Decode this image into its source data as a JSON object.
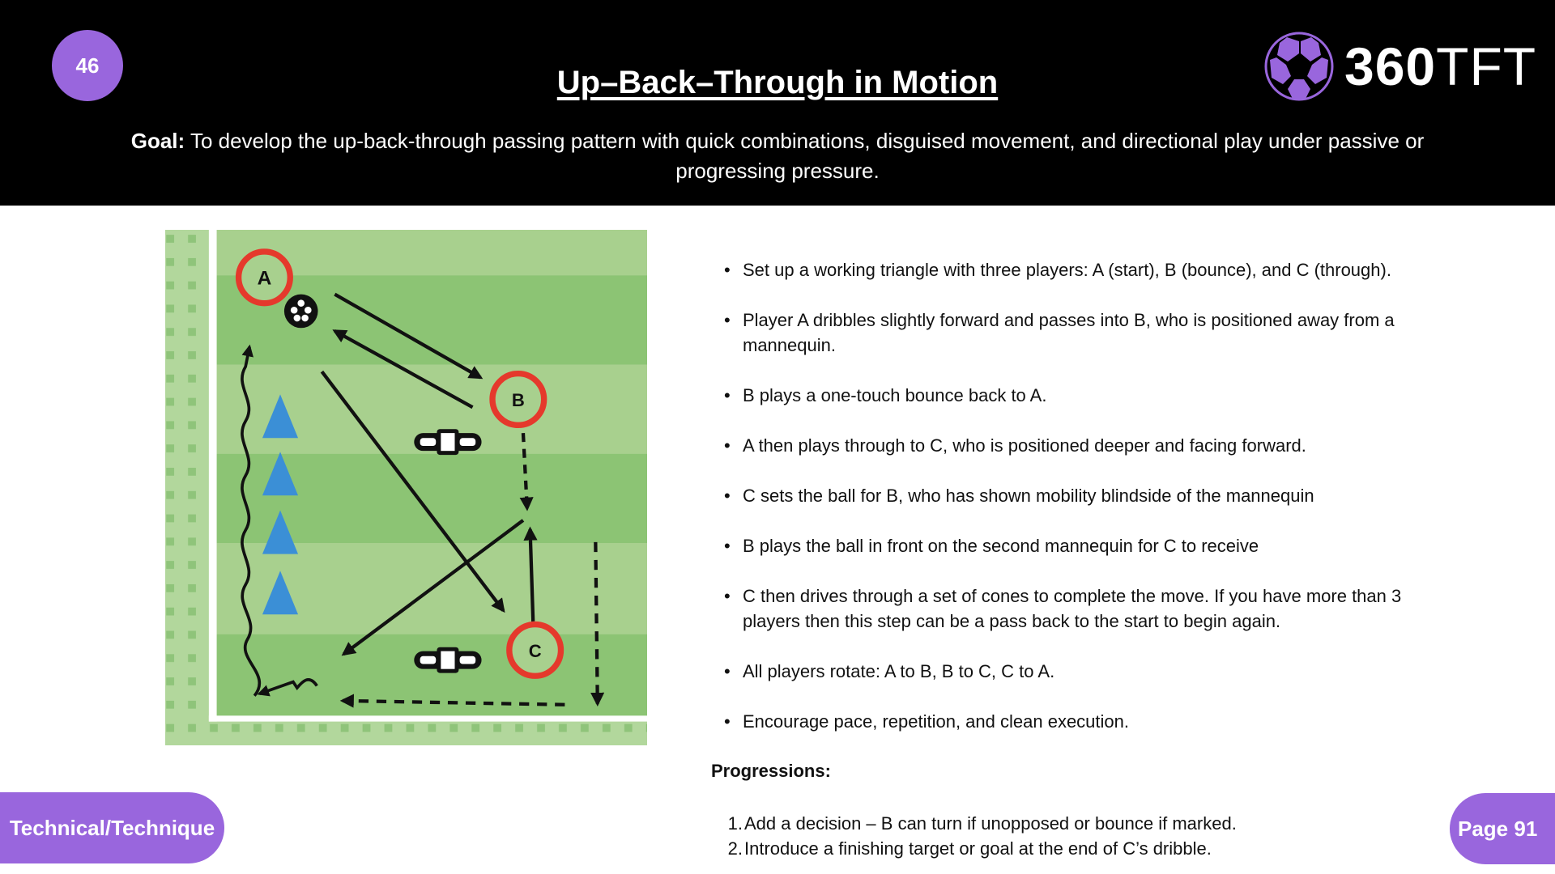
{
  "header": {
    "badge_number": "46",
    "title": "Up–Back–Through in Motion",
    "goal_label": "Goal:",
    "goal_text": " To develop the up-back-through passing pattern with quick combinations, disguised movement, and directional play under passive or progressing pressure.",
    "logo_bold": "360",
    "logo_light": "TFT"
  },
  "diagram": {
    "player_labels": [
      "A",
      "B",
      "C"
    ],
    "colors": {
      "ring": "#e5392c",
      "cone": "#3b8fd6",
      "grass_light": "#a8d08e",
      "grass_dark": "#8cc474"
    }
  },
  "instructions": [
    "Set up a working triangle with three players: A (start), B (bounce), and C (through).",
    "Player A dribbles slightly forward and passes into B, who is positioned away from a mannequin.",
    "B plays a one-touch bounce back to A.",
    "A then plays through to C, who is positioned deeper and facing forward.",
    "C sets the ball for B, who has shown mobility blindside of the mannequin",
    "B plays the ball in front on the second mannequin for C to receive",
    "C then drives through a set of cones to complete the move.  If you have more than 3 players then this step can be a pass back to the start to begin again.",
    "All players rotate: A to B, B to C, C to A.",
    "Encourage pace, repetition, and clean execution."
  ],
  "progressions": {
    "title": "Progressions:",
    "items": [
      {
        "num": "1.",
        "text": "Add a decision – B can turn if unopposed or bounce if marked."
      },
      {
        "num": "2.",
        "text": "Introduce a finishing target or goal at the end of C’s dribble."
      }
    ]
  },
  "footer": {
    "category": "Technical/Technique",
    "page": "Page 91"
  },
  "theme": {
    "accent": "#9966dd",
    "header_bg": "#000000"
  }
}
